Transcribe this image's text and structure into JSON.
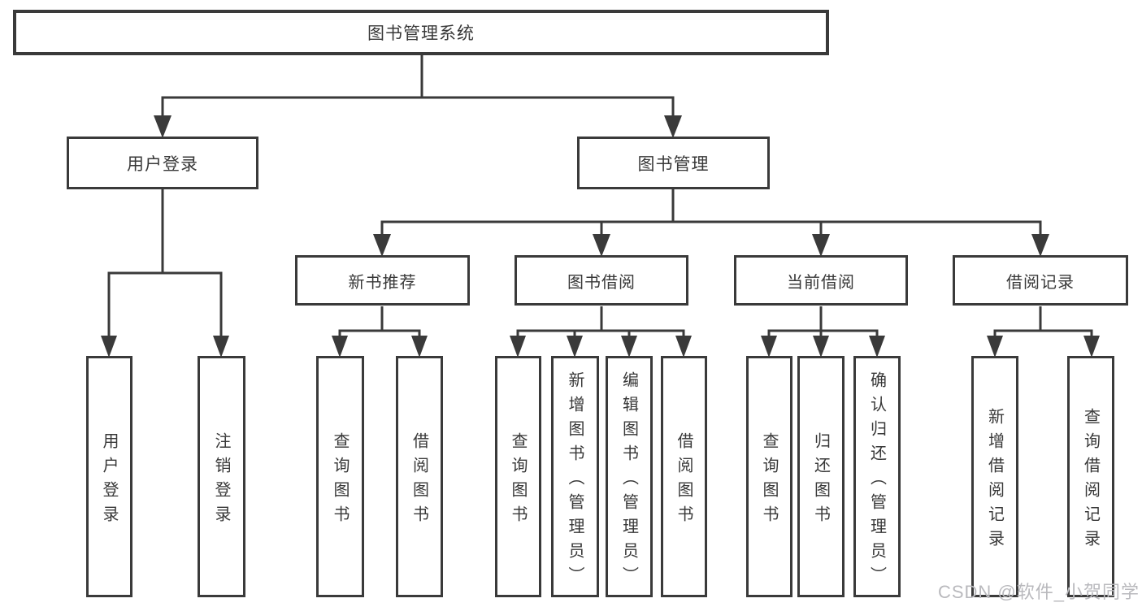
{
  "diagram": {
    "root": {
      "label": "图书管理系统"
    },
    "level2": [
      {
        "label": "用户登录"
      },
      {
        "label": "图书管理"
      }
    ],
    "level3": [
      {
        "label": "新书推荐"
      },
      {
        "label": "图书借阅"
      },
      {
        "label": "当前借阅"
      },
      {
        "label": "借阅记录"
      }
    ],
    "leaves": {
      "user_login": [
        {
          "label": "用户登录"
        },
        {
          "label": "注销登录"
        }
      ],
      "new_book_recommend": [
        {
          "label": "查询图书"
        },
        {
          "label": "借阅图书"
        }
      ],
      "book_borrow": [
        {
          "label": "查询图书"
        },
        {
          "label": "新增图书（管理员）"
        },
        {
          "label": "编辑图书（管理员）"
        },
        {
          "label": "借阅图书"
        }
      ],
      "current_borrow": [
        {
          "label": "查询图书"
        },
        {
          "label": "归还图书"
        },
        {
          "label": "确认归还（管理员）"
        }
      ],
      "borrow_record": [
        {
          "label": "新增借阅记录"
        },
        {
          "label": "查询借阅记录"
        }
      ]
    }
  },
  "watermark": {
    "text": "CSDN @软件_小贺同学"
  },
  "colors": {
    "line": "#3a3a3a",
    "text": "#383838",
    "watermark": "#b9b9bd",
    "background": "#ffffff"
  }
}
